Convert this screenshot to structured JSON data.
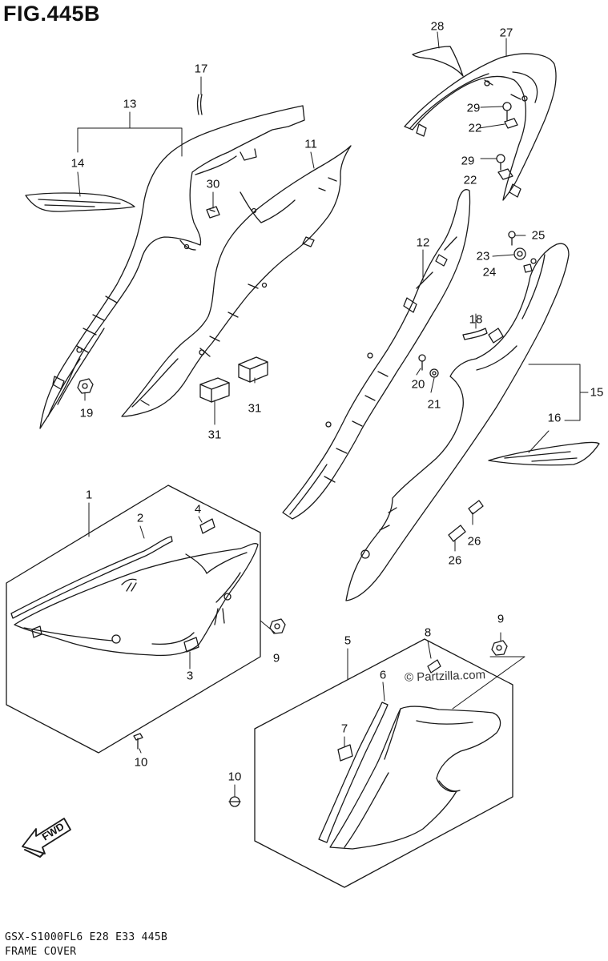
{
  "figure": {
    "title": "FIG.445B",
    "model_line": "GSX-S1000FL6  E28  E33  445B",
    "caption": "FRAME COVER",
    "watermark": "© Partzilla.com",
    "direction_label": "FWD"
  },
  "callouts": {
    "c1": "1",
    "c2": "2",
    "c3": "3",
    "c4": "4",
    "c5": "5",
    "c6": "6",
    "c7": "7",
    "c8": "8",
    "c9a": "9",
    "c9b": "9",
    "c10a": "10",
    "c10b": "10",
    "c11": "11",
    "c12": "12",
    "c13": "13",
    "c14": "14",
    "c15": "15",
    "c16": "16",
    "c17": "17",
    "c18": "18",
    "c19": "19",
    "c20": "20",
    "c21": "21",
    "c22a": "22",
    "c22b": "22",
    "c23": "23",
    "c24": "24",
    "c25": "25",
    "c26a": "26",
    "c26b": "26",
    "c27": "27",
    "c28": "28",
    "c29a": "29",
    "c29b": "29",
    "c30": "30",
    "c31a": "31",
    "c31b": "31"
  },
  "colors": {
    "line": "#1a1a1a",
    "ink": "#111111",
    "background": "#ffffff"
  }
}
